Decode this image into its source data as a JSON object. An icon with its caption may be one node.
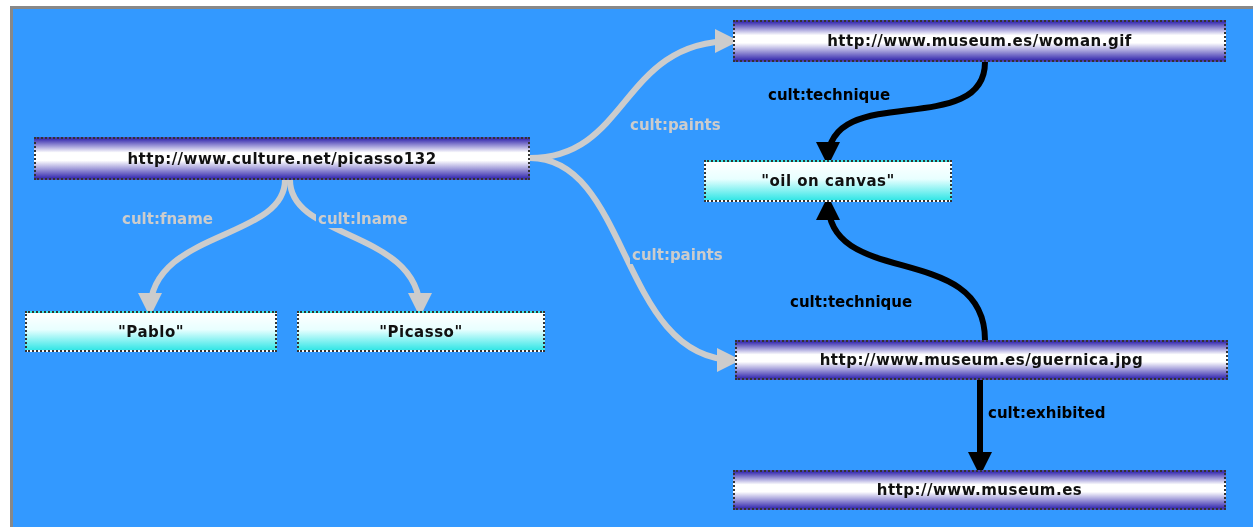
{
  "diagram": {
    "nodes": [
      {
        "text": [
          "http://www.culture.net/picasso132"
        ]
      },
      {
        "text": [
          "\"Pablo\""
        ]
      },
      {
        "text": [
          "\"Picasso\""
        ]
      },
      {
        "text": [
          "http://www.museum.es/woman.gif"
        ]
      },
      {
        "text": [
          "\"oil on canvas\""
        ]
      },
      {
        "text": [
          "http://www.museum.es/guernica.jpg"
        ]
      },
      {
        "text": [
          "http://www.museum.es"
        ]
      }
    ],
    "edges": [
      {
        "from": 0,
        "to": 1,
        "arrow": "to",
        "label": "cult:fname"
      },
      {
        "from": 0,
        "to": 2,
        "arrow": "to",
        "label": "cult:lname"
      },
      {
        "from": 0,
        "to": 3,
        "arrow": "to",
        "label": "cult:paints"
      },
      {
        "from": 0,
        "to": 5,
        "arrow": "to",
        "label": "cult:paints"
      },
      {
        "from": 3,
        "to": 4,
        "arrow": "to",
        "label": "cult:technique",
        "color": "#000000"
      },
      {
        "from": 5,
        "to": 4,
        "arrow": "to",
        "label": "cult:technique",
        "color": "#000000"
      },
      {
        "from": 5,
        "to": 6,
        "arrow": "to",
        "label": "cult:exhibited",
        "color": "#000000"
      }
    ]
  }
}
